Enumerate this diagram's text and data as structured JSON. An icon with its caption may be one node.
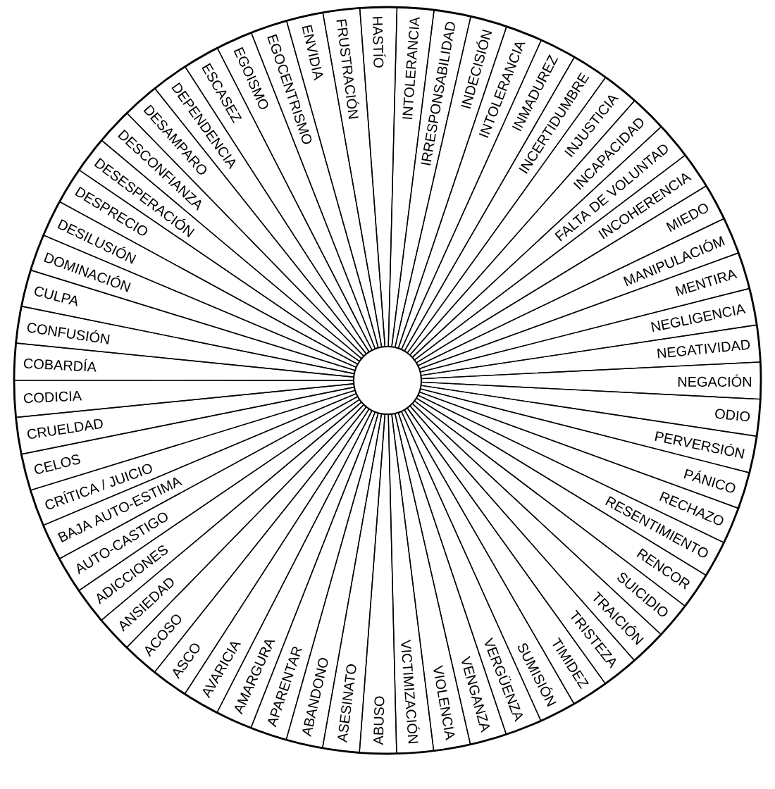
{
  "diagram": {
    "nodes": [
      {
        "text": [
          "HASTÍO"
        ]
      },
      {
        "text": [
          "INTOLERANCIA"
        ]
      },
      {
        "text": [
          "IRRESPONSABILIDAD"
        ]
      },
      {
        "text": [
          "INDECISIÓN"
        ]
      },
      {
        "text": [
          "INTOLERANCIA"
        ]
      },
      {
        "text": [
          "INMADUREZ"
        ]
      },
      {
        "text": [
          "INCERTIDUMBRE"
        ]
      },
      {
        "text": [
          "INJUSTICIA"
        ]
      },
      {
        "text": [
          "INCAPACIDAD"
        ]
      },
      {
        "text": [
          "FALTA DE VOLUNTAD"
        ]
      },
      {
        "text": [
          "INCOHERENCIA"
        ]
      },
      {
        "text": [
          "MIEDO"
        ]
      },
      {
        "text": [
          "MANIPULACIÓM"
        ]
      },
      {
        "text": [
          "MENTIRA"
        ]
      },
      {
        "text": [
          "NEGLIGENCIA"
        ]
      },
      {
        "text": [
          "NEGATIVIDAD"
        ]
      },
      {
        "text": [
          "NEGACIÓN"
        ]
      },
      {
        "text": [
          "ODIO"
        ]
      },
      {
        "text": [
          "PERVERSIÓN"
        ]
      },
      {
        "text": [
          "PÁNICO"
        ]
      },
      {
        "text": [
          "RECHAZO"
        ]
      },
      {
        "text": [
          "RESENTIMIENTO"
        ]
      },
      {
        "text": [
          "RENCOR"
        ]
      },
      {
        "text": [
          "SUICIDIO"
        ]
      },
      {
        "text": [
          "TRAICIÓN"
        ]
      },
      {
        "text": [
          "TRISTEZA"
        ]
      },
      {
        "text": [
          "TIMIDEZ"
        ]
      },
      {
        "text": [
          "SUMISIÓN"
        ]
      },
      {
        "text": [
          "VERGÜENZA"
        ]
      },
      {
        "text": [
          "VENGANZA"
        ]
      },
      {
        "text": [
          "VIOLENCIA"
        ]
      },
      {
        "text": [
          "VICTIMIZACIÓN"
        ]
      },
      {
        "text": [
          "ABUSO"
        ]
      },
      {
        "text": [
          "ASESINATO"
        ]
      },
      {
        "text": [
          "ABANDONO"
        ]
      },
      {
        "text": [
          "APARENTAR"
        ]
      },
      {
        "text": [
          "AMARGURA"
        ]
      },
      {
        "text": [
          "AVARICIA"
        ]
      },
      {
        "text": [
          "ASCO"
        ]
      },
      {
        "text": [
          "ACOSO"
        ]
      },
      {
        "text": [
          "ANSIEDAD"
        ]
      },
      {
        "text": [
          "ADICCIONES"
        ]
      },
      {
        "text": [
          "AUTO-CASTIGO"
        ]
      },
      {
        "text": [
          "BAJA AUTO-ESTIMA"
        ]
      },
      {
        "text": [
          "CRÍTICA / JUICIO"
        ]
      },
      {
        "text": [
          "CELOS"
        ]
      },
      {
        "text": [
          "CRUELDAD"
        ]
      },
      {
        "text": [
          "CODICIA"
        ]
      },
      {
        "text": [
          "COBARDÍA"
        ]
      },
      {
        "text": [
          "CONFUSIÓN"
        ]
      },
      {
        "text": [
          "CULPA"
        ]
      },
      {
        "text": [
          "DOMINACIÓN"
        ]
      },
      {
        "text": [
          "DESILUSIÓN"
        ]
      },
      {
        "text": [
          "DESPRECIO"
        ]
      },
      {
        "text": [
          "DESESPERACIÓN"
        ]
      },
      {
        "text": [
          "DESCONFIANZA"
        ]
      },
      {
        "text": [
          "DESAMPARO"
        ]
      },
      {
        "text": [
          "DEPENDENCIA"
        ]
      },
      {
        "text": [
          "ESCASEZ"
        ]
      },
      {
        "text": [
          "EGOISMO"
        ]
      },
      {
        "text": [
          "EGOCENTRISMO"
        ]
      },
      {
        "text": [
          "ENVIDIA"
        ]
      },
      {
        "text": [
          "FRUSTRACIÓN"
        ]
      }
    ]
  }
}
